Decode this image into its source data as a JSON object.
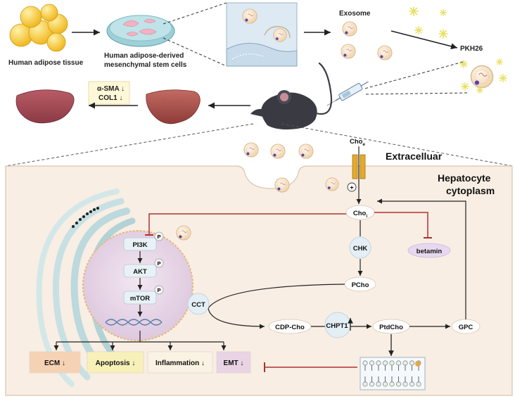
{
  "top": {
    "tissue_label": "Human adipose tissue",
    "msc_label_line1": "Human adipose-derived",
    "msc_label_line2": "mesenchymal stem cells",
    "exosome_label": "Exosome",
    "pkh26_label": "PKH26",
    "marker_line1": "α-SMA ↓",
    "marker_line2": "COL1 ↓"
  },
  "cell": {
    "extracellular_label": "Extracelluar",
    "region_line1": "Hepatocyte",
    "region_line2": "cytoplasm"
  },
  "pathway": {
    "cho_e": "Choe",
    "cho_i": "Choi",
    "chk": "CHK",
    "pcho": "PCho",
    "betamin": "betamin",
    "cct": "CCT",
    "cdp_cho": "CDP-Cho",
    "chpt1": "CHPT1",
    "ptdcho": "PtdCho",
    "gpc": "GPC",
    "pi3k": "PI3K",
    "akt": "AKT",
    "mtor": "mTOR",
    "phospho": "P",
    "plus": "+"
  },
  "outcomes": [
    {
      "label": "ECM",
      "arrow": "↓",
      "color": "#f6d2b5"
    },
    {
      "label": "Apoptosis",
      "arrow": "↓",
      "color": "#f7f1b9"
    },
    {
      "label": "Inflammation",
      "arrow": "↓",
      "color": "#faf3e3"
    },
    {
      "label": "EMT",
      "arrow": "↓",
      "color": "#e8d4e4"
    }
  ],
  "colors": {
    "cytoplasm_fill": "#f8eee4",
    "nucleus_fill": "#ead9ea",
    "inhibit_red": "#b03030",
    "exosome_fill": "#f4e2c8",
    "node_fill": "#e8f1f6"
  }
}
